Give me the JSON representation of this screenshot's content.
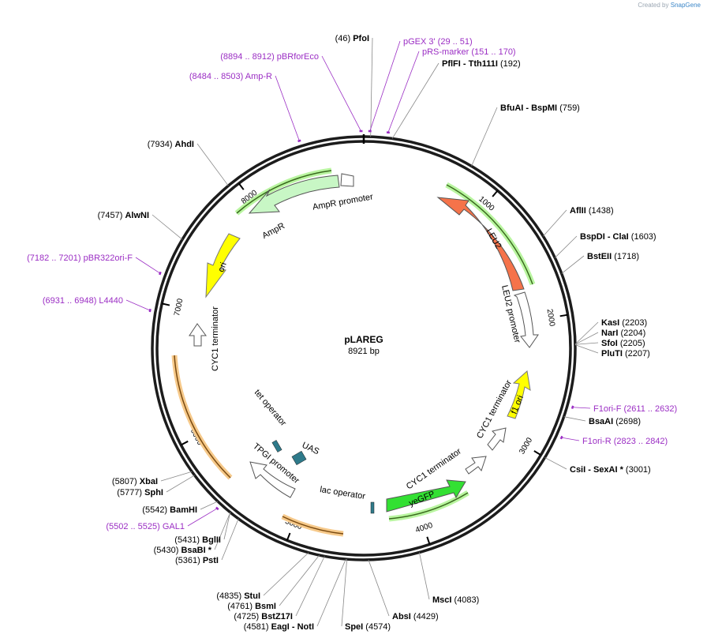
{
  "credit": {
    "text": "Created by",
    "brand": "SnapGene"
  },
  "plasmid": {
    "name": "pLAREG",
    "size_label": "8921 bp",
    "length": 8921
  },
  "ticks": [
    {
      "pos": 1000,
      "label": "1000"
    },
    {
      "pos": 2000,
      "label": "2000"
    },
    {
      "pos": 3000,
      "label": "3000"
    },
    {
      "pos": 4000,
      "label": "4000"
    },
    {
      "pos": 5000,
      "label": "5000"
    },
    {
      "pos": 6000,
      "label": "6000"
    },
    {
      "pos": 7000,
      "label": "7000"
    },
    {
      "pos": 8000,
      "label": "8000"
    }
  ],
  "enzymes": [
    {
      "id": "pfoi",
      "name": "PfoI",
      "coord": "(46)",
      "pos": 46
    },
    {
      "id": "pflfi",
      "name": "PflFI  - Tth111I",
      "coord": "(192)",
      "pos": 192
    },
    {
      "id": "bfuai",
      "name": "BfuAI  - BspMI",
      "coord": "(759)",
      "pos": 759
    },
    {
      "id": "aflii",
      "name": "AflII",
      "coord": "(1438)",
      "pos": 1438
    },
    {
      "id": "bspdi",
      "name": "BspDI  - ClaI",
      "coord": "(1603)",
      "pos": 1603
    },
    {
      "id": "bsteii",
      "name": "BstEII",
      "coord": "(1718)",
      "pos": 1718
    },
    {
      "id": "kasi",
      "name": "KasI",
      "coord": "(2203)",
      "pos": 2203
    },
    {
      "id": "nari",
      "name": "NarI",
      "coord": "(2204)",
      "pos": 2204
    },
    {
      "id": "sfoi",
      "name": "SfoI",
      "coord": "(2205)",
      "pos": 2205
    },
    {
      "id": "pluti",
      "name": "PluTI",
      "coord": "(2207)",
      "pos": 2207
    },
    {
      "id": "bsaai",
      "name": "BsaAI",
      "coord": "(2698)",
      "pos": 2698
    },
    {
      "id": "csii",
      "name": "CsiI  - SexAI *",
      "coord": "(3001)",
      "pos": 3001
    },
    {
      "id": "msci",
      "name": "MscI",
      "coord": "(4083)",
      "pos": 4083
    },
    {
      "id": "absi",
      "name": "AbsI",
      "coord": "(4429)",
      "pos": 4429
    },
    {
      "id": "spei",
      "name": "SpeI",
      "coord": "(4574)",
      "pos": 4574
    },
    {
      "id": "eagi",
      "name": "EagI  - NotI",
      "coord": "(4581)",
      "pos": 4581
    },
    {
      "id": "bstz17i",
      "name": "BstZ17I",
      "coord": "(4725)",
      "pos": 4725
    },
    {
      "id": "bsmi",
      "name": "BsmI",
      "coord": "(4761)",
      "pos": 4761
    },
    {
      "id": "stui",
      "name": "StuI",
      "coord": "(4835)",
      "pos": 4835
    },
    {
      "id": "psti",
      "name": "PstI",
      "coord": "(5361)",
      "pos": 5361
    },
    {
      "id": "bsabi",
      "name": "BsaBI *",
      "coord": "(5430)",
      "pos": 5430
    },
    {
      "id": "bglii",
      "name": "BglII",
      "coord": "(5431)",
      "pos": 5431
    },
    {
      "id": "bamhi",
      "name": "BamHI",
      "coord": "(5542)",
      "pos": 5542
    },
    {
      "id": "sphi",
      "name": "SphI",
      "coord": "(5777)",
      "pos": 5777
    },
    {
      "id": "xbai",
      "name": "XbaI",
      "coord": "(5807)",
      "pos": 5807
    },
    {
      "id": "alwni",
      "name": "AlwNI",
      "coord": "(7457)",
      "pos": 7457
    },
    {
      "id": "ahdi",
      "name": "AhdI",
      "coord": "(7934)",
      "pos": 7934
    }
  ],
  "primers": [
    {
      "id": "pgex3",
      "name": "pGEX 3'",
      "range": "(29 .. 51)",
      "pos": 40
    },
    {
      "id": "prs",
      "name": "pRS-marker",
      "range": "(151 .. 170)",
      "pos": 160
    },
    {
      "id": "pbrforeco",
      "name": "pBRforEco",
      "range": "(8894 .. 8912)",
      "pos": 8903
    },
    {
      "id": "ampr",
      "name": "Amp-R",
      "range": "(8484 .. 8503)",
      "pos": 8493
    },
    {
      "id": "pbr322ori",
      "name": "pBR322ori-F",
      "range": "(7182 .. 7201)",
      "pos": 7191
    },
    {
      "id": "l4440",
      "name": "L4440",
      "range": "(6931 .. 6948)",
      "pos": 6939
    },
    {
      "id": "f1ori-f",
      "name": "F1ori-F",
      "range": "(2611 .. 2632)",
      "pos": 2621
    },
    {
      "id": "f1ori-r",
      "name": "F1ori-R",
      "range": "(2823 .. 2842)",
      "pos": 2832
    },
    {
      "id": "gal1",
      "name": "GAL1",
      "range": "(5502 .. 5525)",
      "pos": 5513
    }
  ],
  "features": [
    {
      "id": "ampr-promoter",
      "label": "AmpR promoter"
    },
    {
      "id": "ampr",
      "label": "AmpR"
    },
    {
      "id": "ori",
      "label": "ori"
    },
    {
      "id": "cyc1-terminator-left",
      "label": "CYC1 terminator"
    },
    {
      "id": "leu2",
      "label": "LEU2"
    },
    {
      "id": "leu2-promoter",
      "label": "LEU2 promoter"
    },
    {
      "id": "f1-ori",
      "label": "f1 ori"
    },
    {
      "id": "cyc1-terminator-right",
      "label": "CYC1 terminator"
    },
    {
      "id": "cyc1-terminator-lower",
      "label": "CYC1 terminator"
    },
    {
      "id": "yegfp",
      "label": "yeGFP"
    },
    {
      "id": "lac-operator",
      "label": "lac operator"
    },
    {
      "id": "tpgi-promoter",
      "label": "TPGI promoter"
    },
    {
      "id": "uas",
      "label": "UAS"
    },
    {
      "id": "tet-operator",
      "label": "tet operator"
    }
  ],
  "colors": {
    "ring": "#1c1c1c",
    "ampr": "#c8f7c5",
    "ori": "#ffff00",
    "leu2": "#f5734a",
    "yegfp": "#33e033",
    "f1ori": "#ffff00",
    "orf_green": "#78c850",
    "orf_orange": "#f0b45a",
    "primer": "#9b2ec4",
    "box": "#2e7a8a"
  }
}
